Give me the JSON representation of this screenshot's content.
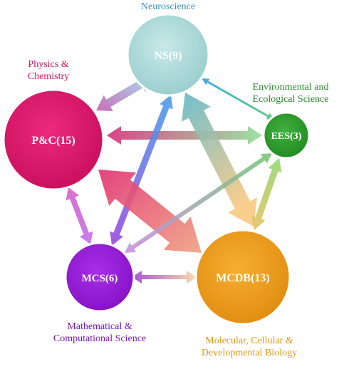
{
  "colors": {
    "ns": "#a8d8d8",
    "pc": "#e0176a",
    "ees": "#2e9e2e",
    "mcs": "#9b1fd8",
    "mcdb": "#f0a020",
    "label_ns": "#3a8fb8",
    "label_pc": "#d01868",
    "label_ees": "#2a8a2a",
    "label_mcs": "#7a18b8",
    "label_mcdb": "#e09818"
  },
  "nodes": {
    "ns": {
      "label": "NS(9)",
      "caption_1": "Neuroscience"
    },
    "pc": {
      "label": "P&C(15)",
      "caption_1": "Physics &",
      "caption_2": "Chemistry"
    },
    "ees": {
      "label": "EES(3)",
      "caption_1": "Environmental and",
      "caption_2": "Ecological Science"
    },
    "mcs": {
      "label": "MCS(6)",
      "caption_1": "Mathematical &",
      "caption_2": "Computational Science"
    },
    "mcdb": {
      "label": "MCDB(13)",
      "caption_1": "Molecular, Cellular &",
      "caption_2": "Developmental Biology"
    }
  }
}
